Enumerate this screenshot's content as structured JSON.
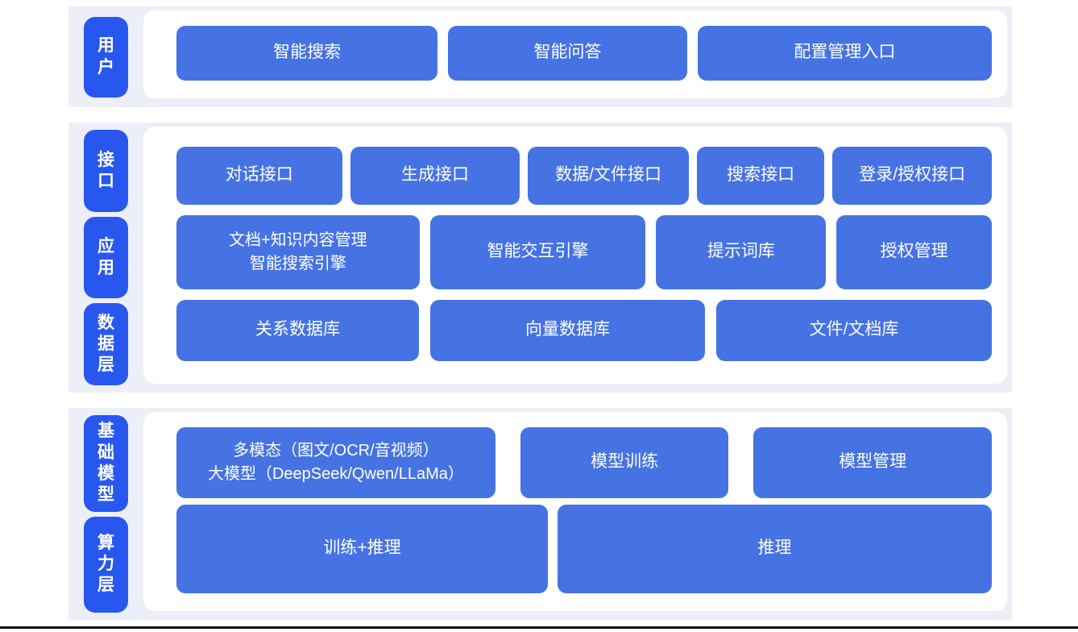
{
  "palette": {
    "page_bg": "#ffffff",
    "band_bg": "#eceff7",
    "panel_bg": "#ffffff",
    "pill_blue": "#2857f0",
    "box_blue": "#4673e3",
    "text_white": "#ffffff",
    "bottom_rule": "#131313"
  },
  "sections": [
    {
      "name": "user-layer",
      "labels": [
        {
          "text": "用户"
        }
      ],
      "rows": [
        {
          "boxes": [
            {
              "label": "智能搜索"
            },
            {
              "label": "智能问答"
            },
            {
              "label": "配置管理入口"
            }
          ]
        }
      ]
    },
    {
      "name": "interface-application-data-layer",
      "labels": [
        {
          "text": "接口"
        },
        {
          "text": "应用"
        },
        {
          "text": "数据层"
        }
      ],
      "rows": [
        {
          "boxes": [
            {
              "label": "对话接口"
            },
            {
              "label": "生成接口"
            },
            {
              "label": "数据/文件接口"
            },
            {
              "label": "搜索接口"
            },
            {
              "label": "登录/授权接口"
            }
          ]
        },
        {
          "boxes": [
            {
              "label": "文档+知识内容管理\n智能搜索引擎"
            },
            {
              "label": "智能交互引擎"
            },
            {
              "label": "提示词库"
            },
            {
              "label": "授权管理"
            }
          ]
        },
        {
          "boxes": [
            {
              "label": "关系数据库"
            },
            {
              "label": "向量数据库"
            },
            {
              "label": "文件/文档库"
            }
          ]
        }
      ]
    },
    {
      "name": "foundation-model-compute-layer",
      "labels": [
        {
          "text": "基础模型"
        },
        {
          "text": "算力层"
        }
      ],
      "rows": [
        {
          "boxes": [
            {
              "label": "多模态（图文/OCR/音视频）\n大模型（DeepSeek/Qwen/LLaMa）"
            },
            {
              "label": "模型训练"
            },
            {
              "label": "模型管理"
            }
          ]
        },
        {
          "boxes": [
            {
              "label": "训练+推理"
            },
            {
              "label": "推理"
            }
          ]
        }
      ]
    }
  ]
}
